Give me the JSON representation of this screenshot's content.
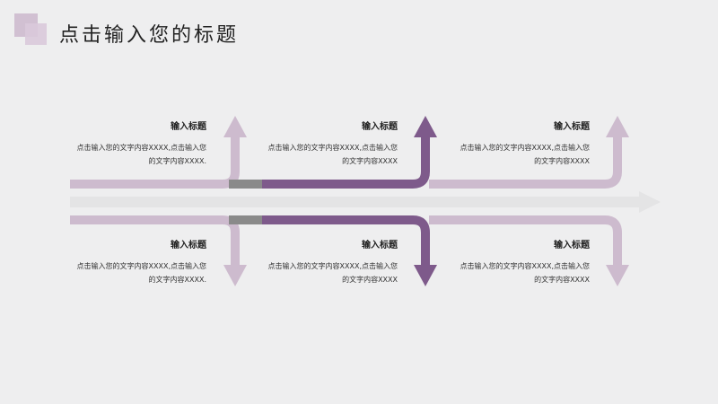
{
  "header": {
    "title": "点击输入您的标题"
  },
  "colors": {
    "background": "#eeeeef",
    "light_track": "#cdbbce",
    "dark_track": "#7e5a8b",
    "main_arrow": "#e4e4e5",
    "shade": "#8a8a8a"
  },
  "items": [
    {
      "heading": "输入标题",
      "body_line1": "点击输入您的文字内容XXXX,点击输入您",
      "body_line2": "的文字内容XXXX."
    },
    {
      "heading": "输入标题",
      "body_line1": "点击输入您的文字内容XXXX,点击输入您",
      "body_line2": "的文字内容XXXX"
    },
    {
      "heading": "输入标题",
      "body_line1": "点击输入您的文字内容XXXX,点击输入您",
      "body_line2": "的文字内容XXXX"
    },
    {
      "heading": "输入标题",
      "body_line1": "点击输入您的文字内容XXXX,点击输入您",
      "body_line2": "的文字内容XXXX."
    },
    {
      "heading": "输入标题",
      "body_line1": "点击输入您的文字内容XXXX,点击输入您",
      "body_line2": "的文字内容XXXX"
    },
    {
      "heading": "输入标题",
      "body_line1": "点击输入您的文字内容XXXX,点击输入您",
      "body_line2": "的文字内容XXXX"
    }
  ]
}
